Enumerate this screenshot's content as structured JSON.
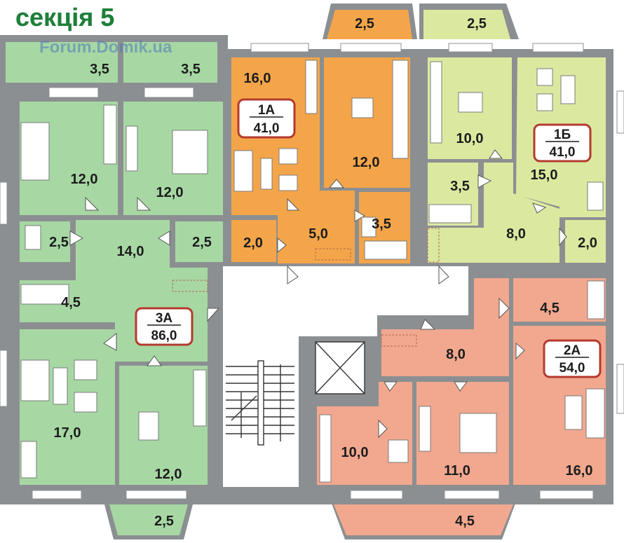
{
  "title": "секція 5",
  "watermark": "Forum.Domik.ua",
  "colors": {
    "wall": "#8c8f91",
    "green": "#a7d8a4",
    "orange": "#f4a54a",
    "lime": "#dbe9a0",
    "salmon": "#f1a88f",
    "badge_border": "#b43a2e",
    "stair": "#ffffff"
  },
  "apartments": {
    "a3": {
      "label": "3А",
      "area": "86,0"
    },
    "a1": {
      "label": "1А",
      "area": "41,0"
    },
    "b1": {
      "label": "1Б",
      "area": "41,0"
    },
    "a2": {
      "label": "2А",
      "area": "54,0"
    }
  },
  "rooms": {
    "g_balc_l": "3,5",
    "g_balc_r": "3,5",
    "g_bed_l": "12,0",
    "g_bed_r": "12,0",
    "g_wc": "2,5",
    "g_hall": "14,0",
    "g_store": "2,5",
    "g_bath": "4,5",
    "g_living": "17,0",
    "g_kitchen": "12,0",
    "g_bay": "2,5",
    "o_balc": "2,5",
    "o_living": "16,0",
    "o_kitchen": "12,0",
    "o_store": "2,0",
    "o_hall": "5,0",
    "o_bath": "3,5",
    "l_balc": "2,5",
    "l_kitchen": "10,0",
    "l_living": "15,0",
    "l_bath": "3,5",
    "l_hall": "8,0",
    "l_store": "2,0",
    "s_bath": "4,5",
    "s_hall": "8,0",
    "s_kitchen": "10,0",
    "s_bed": "11,0",
    "s_living": "16,0",
    "s_bay": "4,5"
  }
}
